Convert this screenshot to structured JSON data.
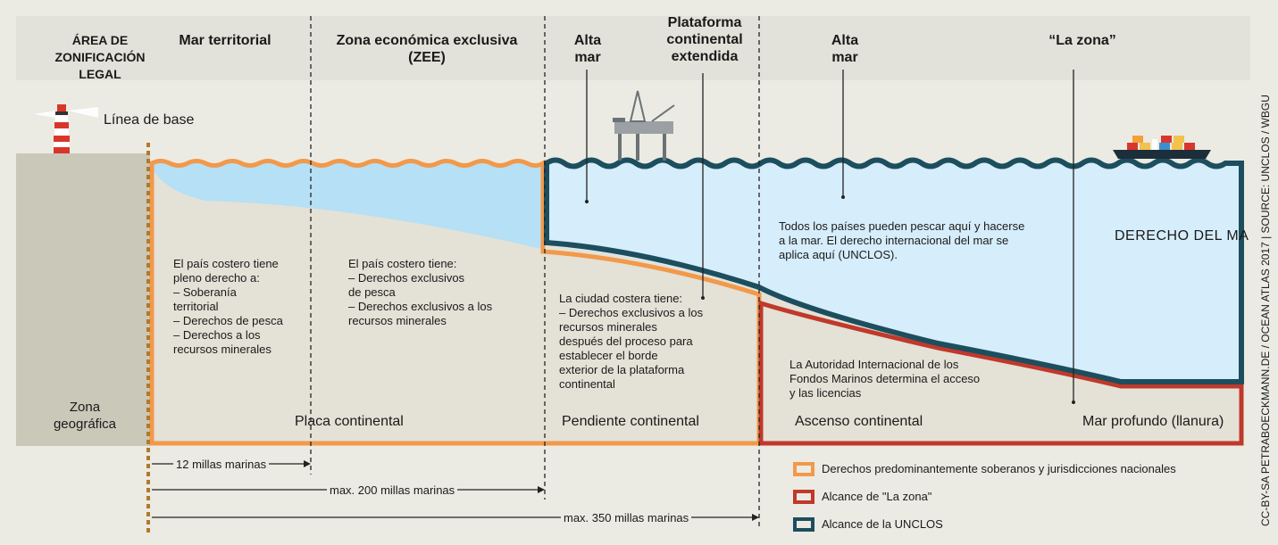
{
  "header": {
    "area": "ÁREA DE\nZONIFICACIÓN LEGAL",
    "territorial": "Mar territorial",
    "zee": "Zona económica exclusiva\n(ZEE)",
    "alta_mar": "Alta\nmar",
    "plataforma": "Plataforma\ncontinental\nextendida",
    "la_zona": "“La zona”"
  },
  "labels": {
    "linea_base": "Línea de base",
    "zona_geografica": "Zona\ngeográfica",
    "derecho_del_mar": "DERECHO DEL MAR",
    "placa": "Placa continental",
    "pendiente": "Pendiente continental",
    "ascenso": "Ascenso continental",
    "mar_profundo": "Mar profundo (llanura)"
  },
  "texts": {
    "territorial": "El país costero tiene\npleno derecho a:\n– Soberanía\n   territorial\n– Derechos de pesca\n– Derechos a los\n   recursos minerales",
    "zee": "El país costero tiene:\n– Derechos exclusivos\n   de pesca\n– Derechos exclusivos a los\n   recursos minerales",
    "plataforma": "La ciudad costera tiene:\n– Derechos exclusivos a los\n   recursos minerales\n   después del proceso para\n   establecer el borde\n   exterior de la plataforma\n   continental",
    "alta_mar": "Todos los países pueden pescar aquí y hacerse\na la mar. El derecho internacional del mar se\naplica aquí (UNCLOS).",
    "la_zona": "La Autoridad Internacional de los\nFondos Marinos determina el acceso\ny las licencias"
  },
  "distances": {
    "d12": "12 millas marinas",
    "d200": "max. 200 millas marinas",
    "d350": "max. 350 millas marinas"
  },
  "legend": [
    "Derechos predominantemente soberanos y jurisdicciones nacionales",
    "Alcance de \"La zona\"",
    "Alcance de la UNCLOS"
  ],
  "credit": "CC-BY-SA PETRABOECKMANN.DE / OCEAN ATLAS 2017 | SOURCE: UNCLOS / WBGU",
  "colors": {
    "national": "#f2994a",
    "la_zona": "#c0392b",
    "unclos": "#1c4e5e",
    "shelf_water": "#b5e0f5",
    "ocean_water": "#d6edfb"
  }
}
